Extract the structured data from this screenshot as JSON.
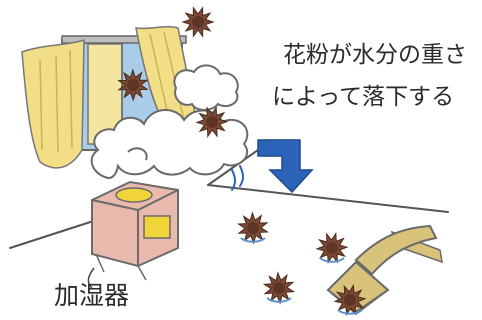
{
  "caption": {
    "line1": "花粉が水分の重さ",
    "line2": "によって落下する"
  },
  "device_label": "加湿器",
  "colors": {
    "pollen": "#7a4a35",
    "curtain": "#f2de86",
    "window_blue": "#a9cde8",
    "humidifier": "#e9b9ad",
    "humidifier_panel": "#f0d43a",
    "arrow": "#2a63b8",
    "mist_outline": "#6a6a6a",
    "vacuum": "#d9c27a"
  }
}
